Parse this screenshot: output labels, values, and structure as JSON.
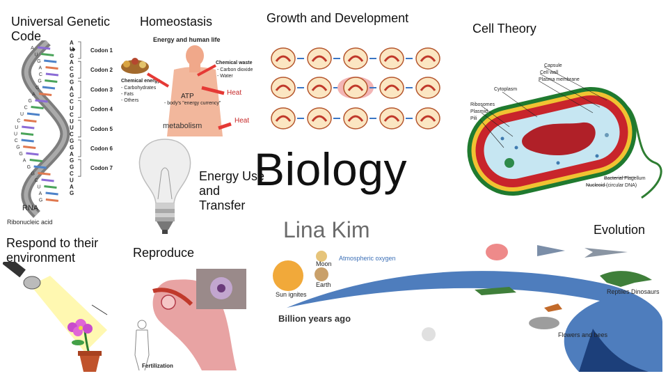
{
  "slide": {
    "title": "Biology",
    "author": "Lina Kim",
    "topics": {
      "genetic_code": "Universal Genetic Code",
      "homeostasis": "Homeostasis",
      "growth": "Growth and Development",
      "cell_theory": "Cell Theory",
      "energy": "Energy Use and Transfer",
      "respond": "Respond to their environment",
      "reproduce": "Reproduce",
      "evolution": "Evolution"
    }
  },
  "rna_figure": {
    "rna_label": "RNA",
    "ribonucleic_label": "Ribonucleic acid",
    "bases": [
      "A",
      "U",
      "G",
      "A",
      "C",
      "G",
      "G",
      "A",
      "G",
      "C",
      "U",
      "C",
      "U",
      "U",
      "C",
      "G",
      "G",
      "A",
      "G",
      "G",
      "C",
      "U",
      "A",
      "G"
    ],
    "codons": [
      "Codon 1",
      "Codon 2",
      "Codon 3",
      "Codon 4",
      "Codon 5",
      "Codon 6",
      "Codon 7"
    ],
    "strand_letters": [
      "A",
      "U",
      "G",
      "A",
      "C",
      "G",
      "G",
      "A",
      "G",
      "C",
      "U",
      "C",
      "U",
      "U",
      "C",
      "G",
      "G",
      "A",
      "G",
      "G",
      "C",
      "U",
      "A",
      "G"
    ]
  },
  "homeostasis_figure": {
    "heading": "Energy and human life",
    "chem_energy": "Chemical energy",
    "chem_items": "- Carbohydrates\n- Fats\n- Others",
    "chem_waste": "Chemical waste",
    "waste_items": "- Carbon dioxide\n- Water",
    "atp": "ATP",
    "atp_sub": "- body's \"energy currency\"",
    "heat1": "Heat",
    "heat2": "Heat",
    "metabolism": "metabolism"
  },
  "cell_figure": {
    "labels": [
      "Capsule",
      "Cell wall",
      "Plasma membrane",
      "Cytoplasm",
      "Ribosomes",
      "Plasmid",
      "Pili",
      "Bacterial Flagellum",
      "Nucleoid (circular DNA)"
    ]
  },
  "reproduce_figure": {
    "fertilization": "Fertilization"
  },
  "evolution_figure": {
    "billion": "Billion years ago",
    "moon": "Moon",
    "earth": "Earth",
    "atmospheric": "Atmospheric oxygen",
    "sun": "Sun ignites",
    "reptiles": "Reptiles Dinosaurs",
    "flowers": "Flowers and bees"
  },
  "colors": {
    "title": "#111111",
    "author": "#6b6b6b",
    "cell_wall": "#c8242b",
    "capsule": "#1f7a2f",
    "heat_arrow": "#e53935",
    "timeline": "#3b6fb6"
  }
}
